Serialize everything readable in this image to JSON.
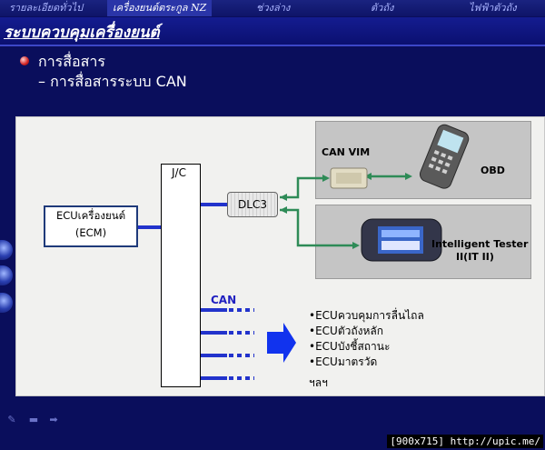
{
  "nav": {
    "tabs": [
      {
        "label": "รายละเอียดทั่วไป",
        "active": false
      },
      {
        "label": "เครื่องยนต์ตระกูล NZ",
        "active": true
      },
      {
        "label": "ช่วงล่าง",
        "active": false
      },
      {
        "label": "ตัวถัง",
        "active": false
      },
      {
        "label": "ไฟฟ้าตัวถัง",
        "active": false
      }
    ]
  },
  "header": {
    "title": "ระบบควบคุมเครื่องยนต์"
  },
  "bullets": {
    "level1": "การสื่อสาร",
    "level2": "– การสื่อสารระบบ CAN"
  },
  "diagram": {
    "ecu_line1": "ECUเครื่องยนต์",
    "ecu_line2": "(ECM)",
    "jc_label": "J/C",
    "dlc_label": "DLC3",
    "can_vim_label": "CAN VIM",
    "obd_label": "OBD",
    "tester_line1": "Intelligent Tester",
    "tester_line2": "II(IT II)",
    "can_label": "CAN",
    "ecu_list": [
      "•ECUควบคุมการลื่นไถล",
      "•ECUตัวถังหลัก",
      "•ECUบังชี้สถานะ",
      "•ECUมาตรวัด"
    ],
    "etc_label": "ฯลฯ"
  },
  "watermark": "[900x715] http://upic.me/",
  "colors": {
    "bus": "#2233cc",
    "link": "#2e8b57",
    "bg": "#0a0e5c",
    "arrow": "#1133ee"
  }
}
